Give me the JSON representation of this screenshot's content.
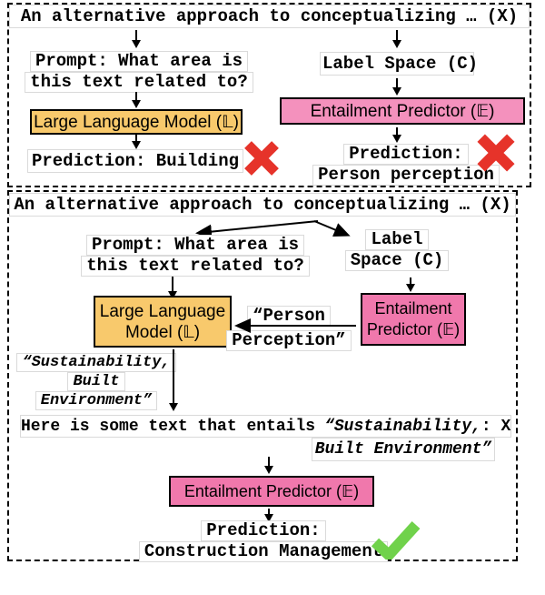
{
  "figure": {
    "top_panel": {
      "input_text": "An alternative approach to conceptualizing … (X)",
      "prompt_lines": [
        "Prompt: What area is",
        "this text related to?"
      ],
      "llm_box_label": "Large Language Model (𝕃)",
      "llm_prediction": "Prediction: Building",
      "label_space_text": "Label Space (C)",
      "entailment_box_label": "Entailment Predictor (𝔼)",
      "entailment_prediction_lines": [
        "Prediction:",
        "Person perception"
      ]
    },
    "bottom_panel": {
      "input_text": "An alternative approach to conceptualizing … (X)",
      "prompt_lines": [
        "Prompt: What area is",
        "this text related to?"
      ],
      "label_space_lines": [
        "Label",
        "Space (C)"
      ],
      "llm_box_lines": [
        "Large Language",
        "Model (𝕃)"
      ],
      "entailment_box_lines": [
        "Entailment",
        "Predictor (𝔼)"
      ],
      "entailment_output_lines": [
        "“Person",
        "Perception”"
      ],
      "llm_output_lines": [
        "“Sustainability,",
        "Built",
        "Environment”"
      ],
      "hypothesis_prefix": "Here is some text that entails",
      "hypothesis_quote_start": "“Sustainability,",
      "hypothesis_suffix": ": X",
      "hypothesis_quote_end": "Built Environment”",
      "entailment_box2_label": "Entailment Predictor (𝔼)",
      "final_prediction_lines": [
        "Prediction:",
        "Construction Management"
      ]
    },
    "colors": {
      "llm_box_fill": "#F8C96C",
      "entailment_box_fill_top": "#F491BD",
      "entailment_box_fill_bottom": "#F078AC",
      "wrong_mark": "#E6332A",
      "correct_mark": "#70D24B",
      "panel_border": "#000000"
    }
  }
}
